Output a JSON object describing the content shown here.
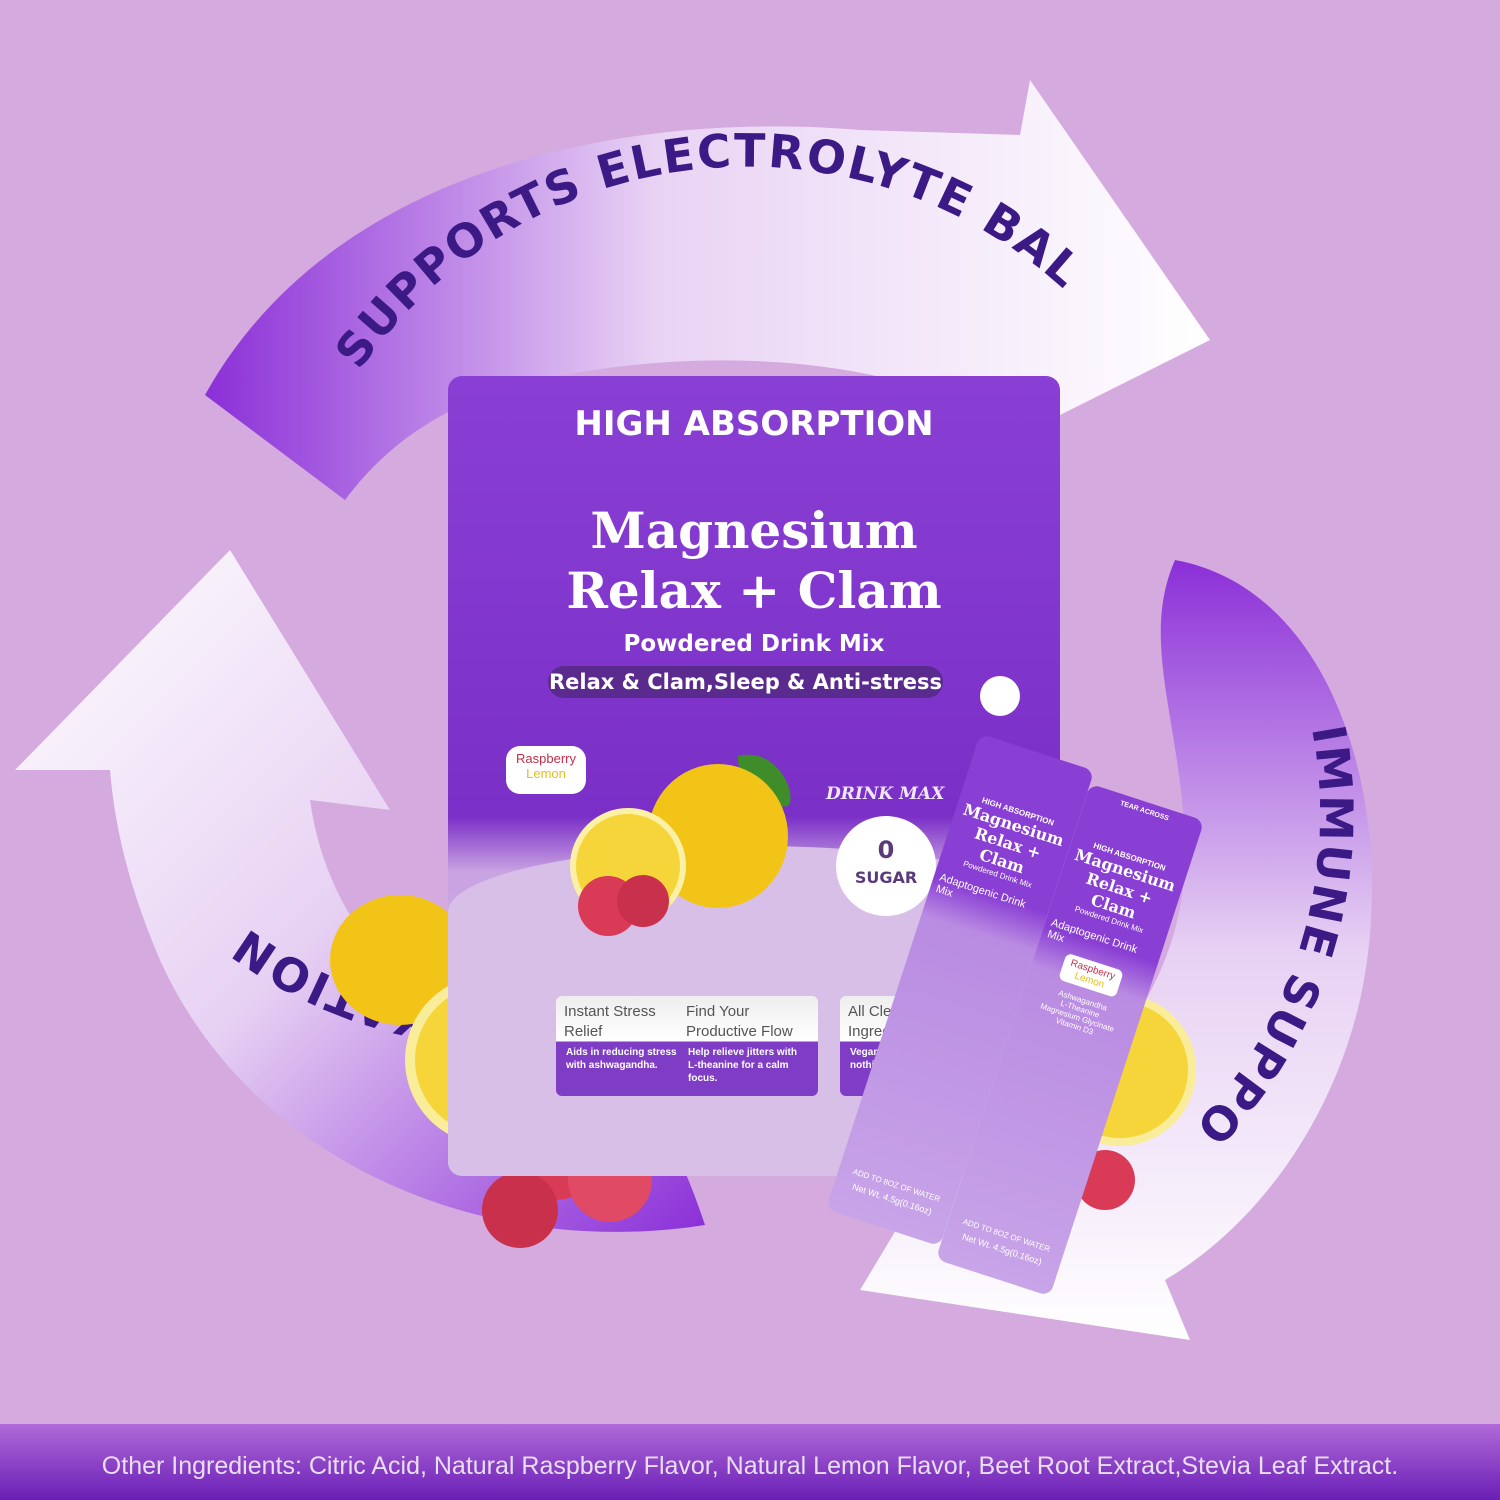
{
  "arc_labels": {
    "top": "SUPPORTS ELECTROLYTE BALANCE",
    "right": "IMMUNE SUPPORT",
    "left": "RELAXATION AND SLEEP"
  },
  "pouch": {
    "header": "HIGH ABSORPTION",
    "title_line1": "Magnesium",
    "title_line2": "Relax + Clam",
    "subtitle": "Powdered Drink Mix",
    "tagline": "Relax & Clam,Sleep & Anti-stress",
    "flavor_raspberry": "Raspberry",
    "flavor_lemon": "Lemon",
    "brand": "DRINK MAX",
    "sugar_value": "0",
    "sugar_label": "SUGAR",
    "features": [
      {
        "title": "Instant Stress Relief",
        "desc": "Aids in reducing stress with ashwagandha."
      },
      {
        "title": "Find Your Productive Flow",
        "desc": "Help relieve jitters with L-theanine for a calm focus."
      },
      {
        "title": "All Clean Ingredients",
        "desc": "Vegan,ingredients and nothing"
      }
    ]
  },
  "stick": {
    "tear": "TEAR ACROSS",
    "header": "HIGH ABSORPTION",
    "title_line1": "Magnesium",
    "title_line2": "Relax + Clam",
    "subtitle": "Powdered Drink Mix",
    "desc": "Adaptogenic Drink Mix",
    "flavor_raspberry": "Raspberry",
    "flavor_lemon": "Lemon",
    "ingredients": [
      "Ashwagandha",
      "L-Theanine",
      "Magnesium Glycinate",
      "Vitamin D3"
    ],
    "directions": "ADD TO 8OZ OF WATER",
    "net_weight": "Net Wt. 4.5g(0.16oz)"
  },
  "footer": {
    "ingredients": "Other Ingredients: Citric Acid, Natural Raspberry Flavor, Natural Lemon Flavor, Beet Root Extract,Stevia Leaf Extract."
  },
  "colors": {
    "background": "#d4aadf",
    "arc_purple": "#8b2fd8",
    "arc_text": "#3b1a86",
    "pouch_purple": "#7a2fc7",
    "footer_band": "#6a1fb6"
  }
}
